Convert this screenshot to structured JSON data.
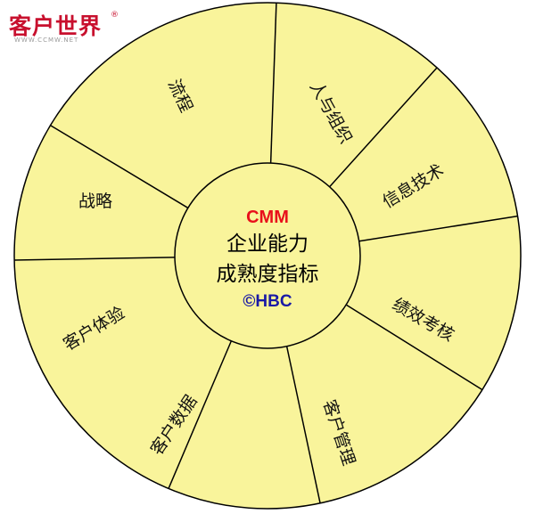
{
  "logo": {
    "main": "客户世界",
    "reg": "®",
    "sub": "WWW.CCMW.NET"
  },
  "center": {
    "title": "CMM",
    "line1": "企业能力",
    "line2": "成熟度指标",
    "copyright": "©HBC"
  },
  "segments": [
    {
      "label": "人与组织"
    },
    {
      "label": "信息技术"
    },
    {
      "label": "绩效考核"
    },
    {
      "label": "客户管理"
    },
    {
      "label": "客户数据"
    },
    {
      "label": "客户体验"
    },
    {
      "label": "战略"
    },
    {
      "label": "流程"
    }
  ],
  "colors": {
    "fill": "#f9f49b",
    "stroke": "#000000"
  }
}
